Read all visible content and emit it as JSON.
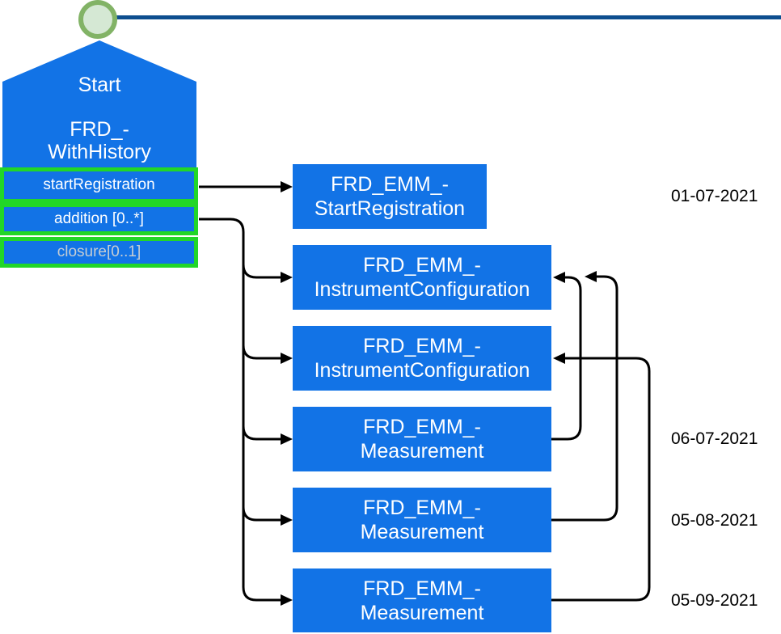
{
  "start_node": {
    "title": "Start",
    "name_line1": "FRD_-",
    "name_line2": "WithHistory",
    "fields": [
      {
        "label": "startRegistration"
      },
      {
        "label": "addition [0..*]"
      },
      {
        "label": "closure[0..1]"
      }
    ]
  },
  "event_boxes": [
    {
      "line1": "FRD_EMM_-",
      "line2": "StartRegistration"
    },
    {
      "line1": "FRD_EMM_-",
      "line2": "InstrumentConfiguration"
    },
    {
      "line1": "FRD_EMM_-",
      "line2": "InstrumentConfiguration"
    },
    {
      "line1": "FRD_EMM_-",
      "line2": "Measurement"
    },
    {
      "line1": "FRD_EMM_-",
      "line2": "Measurement"
    },
    {
      "line1": "FRD_EMM_-",
      "line2": "Measurement"
    }
  ],
  "dates": [
    "01-07-2021",
    "06-07-2021",
    "05-08-2021",
    "05-09-2021"
  ],
  "icons": {
    "timeline_start_marker": "circle-outline"
  },
  "colors": {
    "node_blue": "#1273E6",
    "highlight_green": "#22D628",
    "timeline_blue": "#0D4E8F",
    "circle_ring_green": "#82B366",
    "circle_fill_green": "#D5E8D4",
    "connector_black": "#000000",
    "text_white": "#FFFFFF",
    "muted_text": "#C6CDD3",
    "date_text": "#000000"
  }
}
